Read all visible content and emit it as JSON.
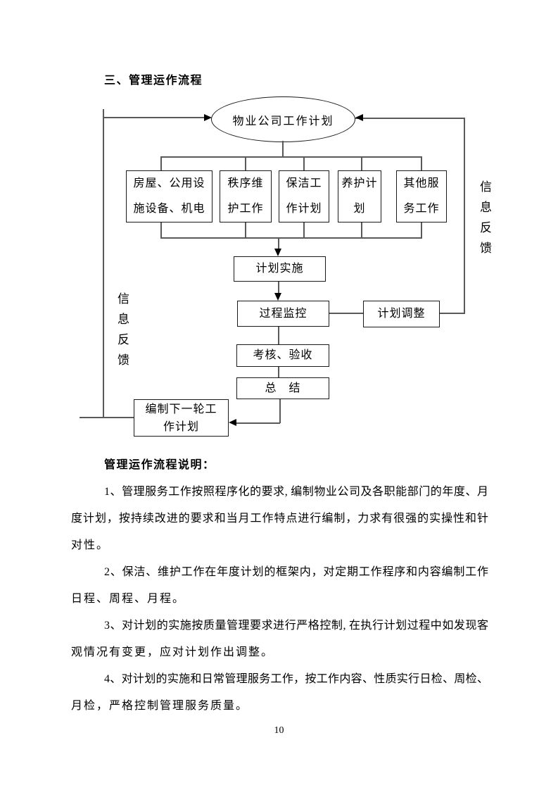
{
  "page": {
    "title": "三、管理运作流程",
    "page_number": "10",
    "colors": {
      "background": "#ffffff",
      "text": "#000000",
      "line": "#595959",
      "box_border": "#1a1a1a"
    }
  },
  "flowchart": {
    "ellipse_label": "物业公司工作计划",
    "feedback_label": "信息反馈",
    "category_boxes": [
      {
        "line1": "房屋、公用设",
        "line2": "施设备、机电"
      },
      {
        "line1": "秩序维",
        "line2": "护工作"
      },
      {
        "line1": "保洁工",
        "line2": "作计划"
      },
      {
        "line1": "养护计",
        "line2": "划"
      },
      {
        "line1": "其他服",
        "line2": "务工作"
      }
    ],
    "plan_implement": "计划实施",
    "process_monitor": "过程监控",
    "plan_adjust": "计划调整",
    "assess_accept": "考核、验收",
    "summary": "总　结",
    "next_round": {
      "line1": "编制下一轮工",
      "line2": "作计划"
    }
  },
  "notes": {
    "heading": "管理运作流程说明：",
    "lines": [
      {
        "text": "1、管理服务工作按照程序化的要求, 编制物业公司及各职能部门的年度、月"
      },
      {
        "text": "度计划，按持续改进的要求和当月工作特点进行编制，力求有很强的实操性和针"
      },
      {
        "text": "对性。"
      },
      {
        "text": "2、保洁、维护工作在年度计划的框架内，对定期工作程序和内容编制工作"
      },
      {
        "text": "日程、周程、月程。"
      },
      {
        "text": "3、对计划的实施按质量管理要求进行严格控制, 在执行计划过程中如发现客"
      },
      {
        "text": "观情况有变更，应对计划作出调整。"
      },
      {
        "text": "4、对计划的实施和日常管理服务工作，按工作内容、性质实行日检、周检、"
      },
      {
        "text": "月检，严格控制管理服务质量。"
      }
    ]
  }
}
